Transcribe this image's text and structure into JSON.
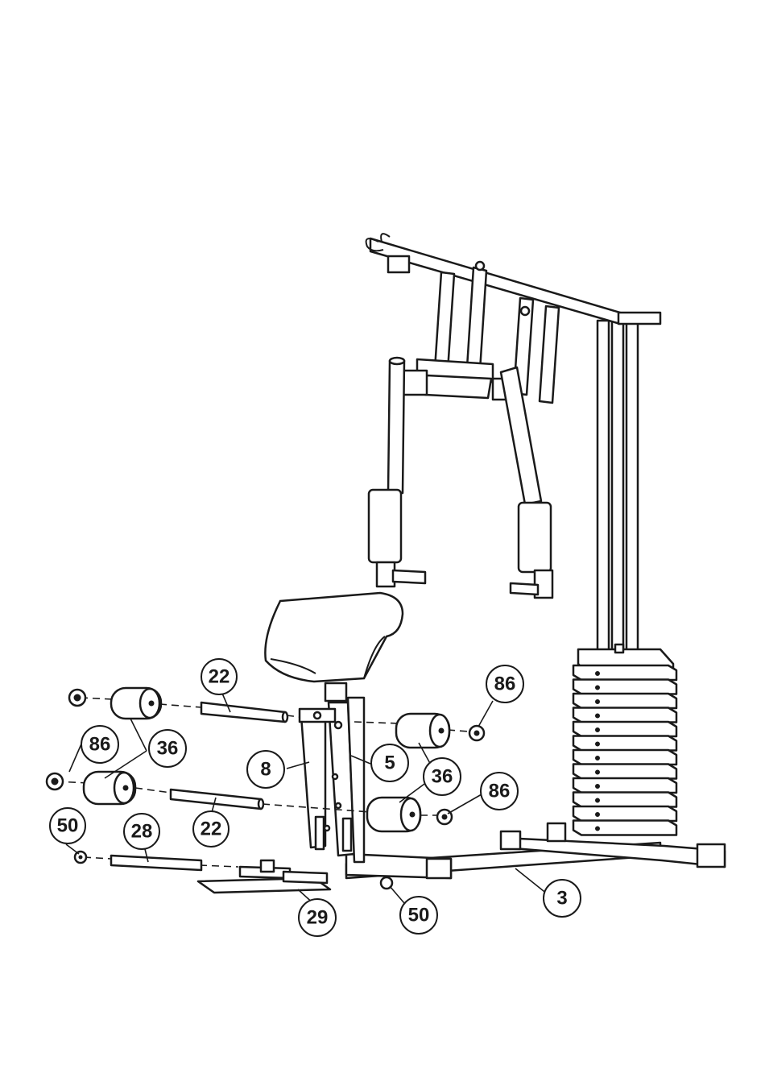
{
  "callouts": {
    "c22_top": "22",
    "c86_right_top": "86",
    "c86_left": "86",
    "c36_left": "36",
    "c8": "8",
    "c5": "5",
    "c36_right": "36",
    "c86_right_bottom": "86",
    "c50_left": "50",
    "c28": "28",
    "c22_bottom": "22",
    "c3": "3",
    "c29": "29",
    "c50_bottom": "50"
  },
  "colors": {
    "line": "#1a1a1a",
    "background": "#ffffff"
  }
}
